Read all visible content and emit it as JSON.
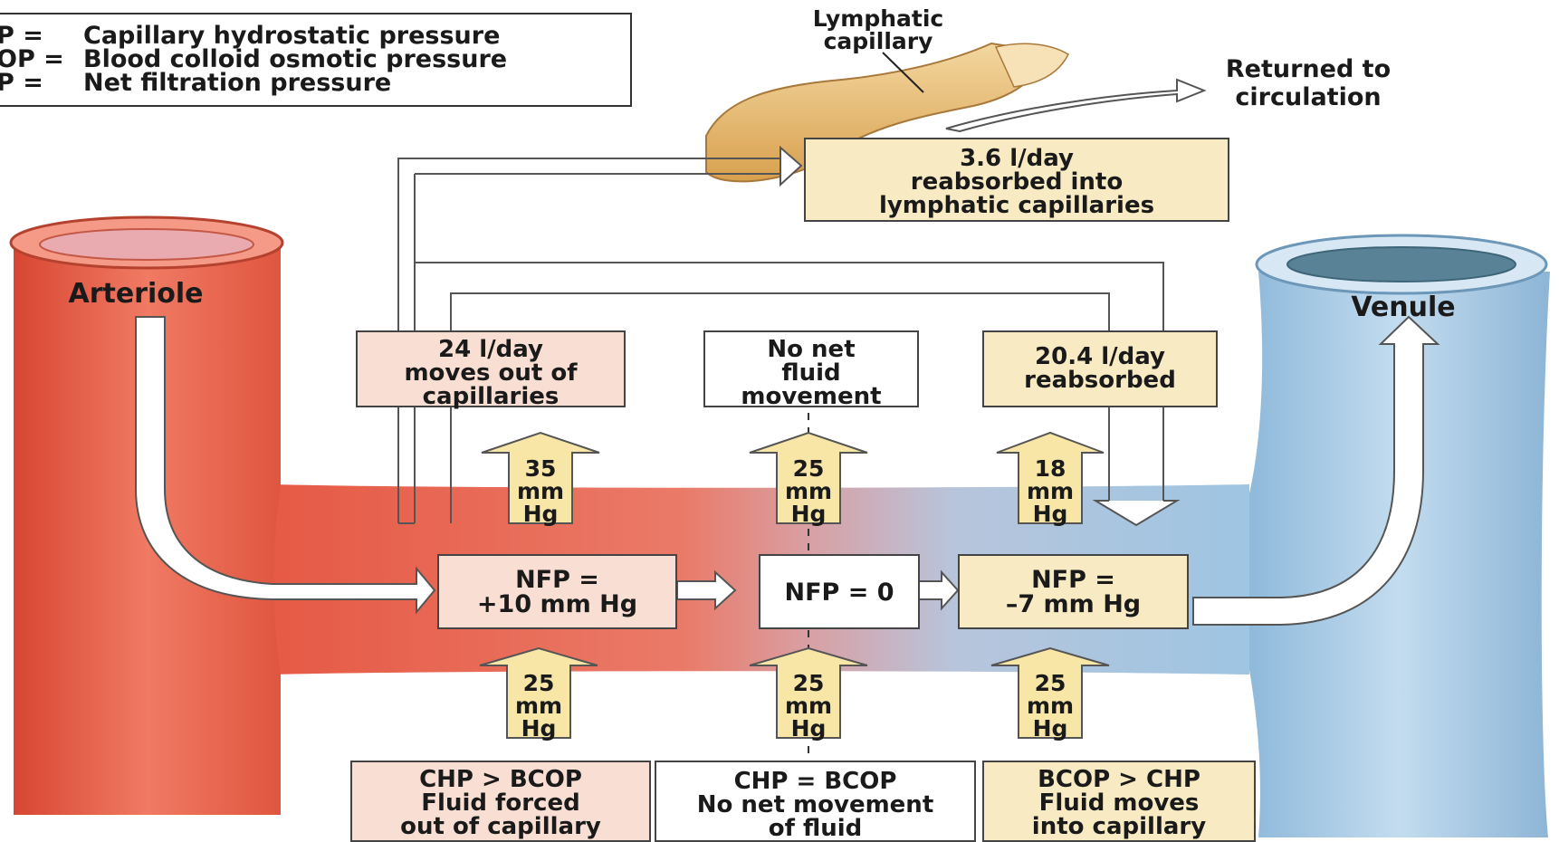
{
  "legend": {
    "items": [
      {
        "abbr": "P  =",
        "text": "Capillary hydrostatic pressure"
      },
      {
        "abbr": "OP =",
        "text": "Blood colloid osmotic pressure"
      },
      {
        "abbr": "P  =",
        "text": "Net filtration pressure"
      }
    ]
  },
  "labels": {
    "lymphatic_capillary": [
      "Lymphatic",
      "capillary"
    ],
    "returned": [
      "Returned to",
      "circulation"
    ],
    "arteriole": "Arteriole",
    "venule": "Venule"
  },
  "lymph_box": [
    "3.6 l/day",
    "reabsorbed into",
    "lymphatic capillaries"
  ],
  "top_boxes": [
    {
      "lines": [
        "24 l/day",
        "moves out of",
        "capillaries"
      ]
    },
    {
      "lines": [
        "No net",
        "fluid",
        "movement"
      ]
    },
    {
      "lines": [
        "20.4 l/day",
        "reabsorbed"
      ]
    }
  ],
  "upper_arrows": [
    {
      "lines": [
        "35",
        "mm",
        "Hg"
      ]
    },
    {
      "lines": [
        "25",
        "mm",
        "Hg"
      ]
    },
    {
      "lines": [
        "18",
        "mm",
        "Hg"
      ]
    }
  ],
  "nfp_boxes": [
    {
      "lines": [
        "NFP =",
        "+10 mm Hg"
      ]
    },
    {
      "lines": [
        "NFP = 0"
      ]
    },
    {
      "lines": [
        "NFP =",
        "–7 mm Hg"
      ]
    }
  ],
  "lower_arrows": [
    {
      "lines": [
        "25",
        "mm",
        "Hg"
      ]
    },
    {
      "lines": [
        "25",
        "mm",
        "Hg"
      ]
    },
    {
      "lines": [
        "25",
        "mm",
        "Hg"
      ]
    }
  ],
  "bottom_boxes": [
    {
      "lines": [
        "CHP > BCOP",
        "Fluid forced",
        "out of capillary"
      ]
    },
    {
      "lines": [
        "CHP = BCOP",
        "No net movement",
        "of fluid"
      ]
    },
    {
      "lines": [
        "BCOP > CHP",
        "Fluid moves",
        "into capillary"
      ]
    }
  ],
  "colors": {
    "arteriole": "#e8604c",
    "venule": "#9ec4e0",
    "pink_box": "#f9dfd3",
    "cream_box": "#f8ebc3",
    "lymphatic": "#e2b46a"
  }
}
